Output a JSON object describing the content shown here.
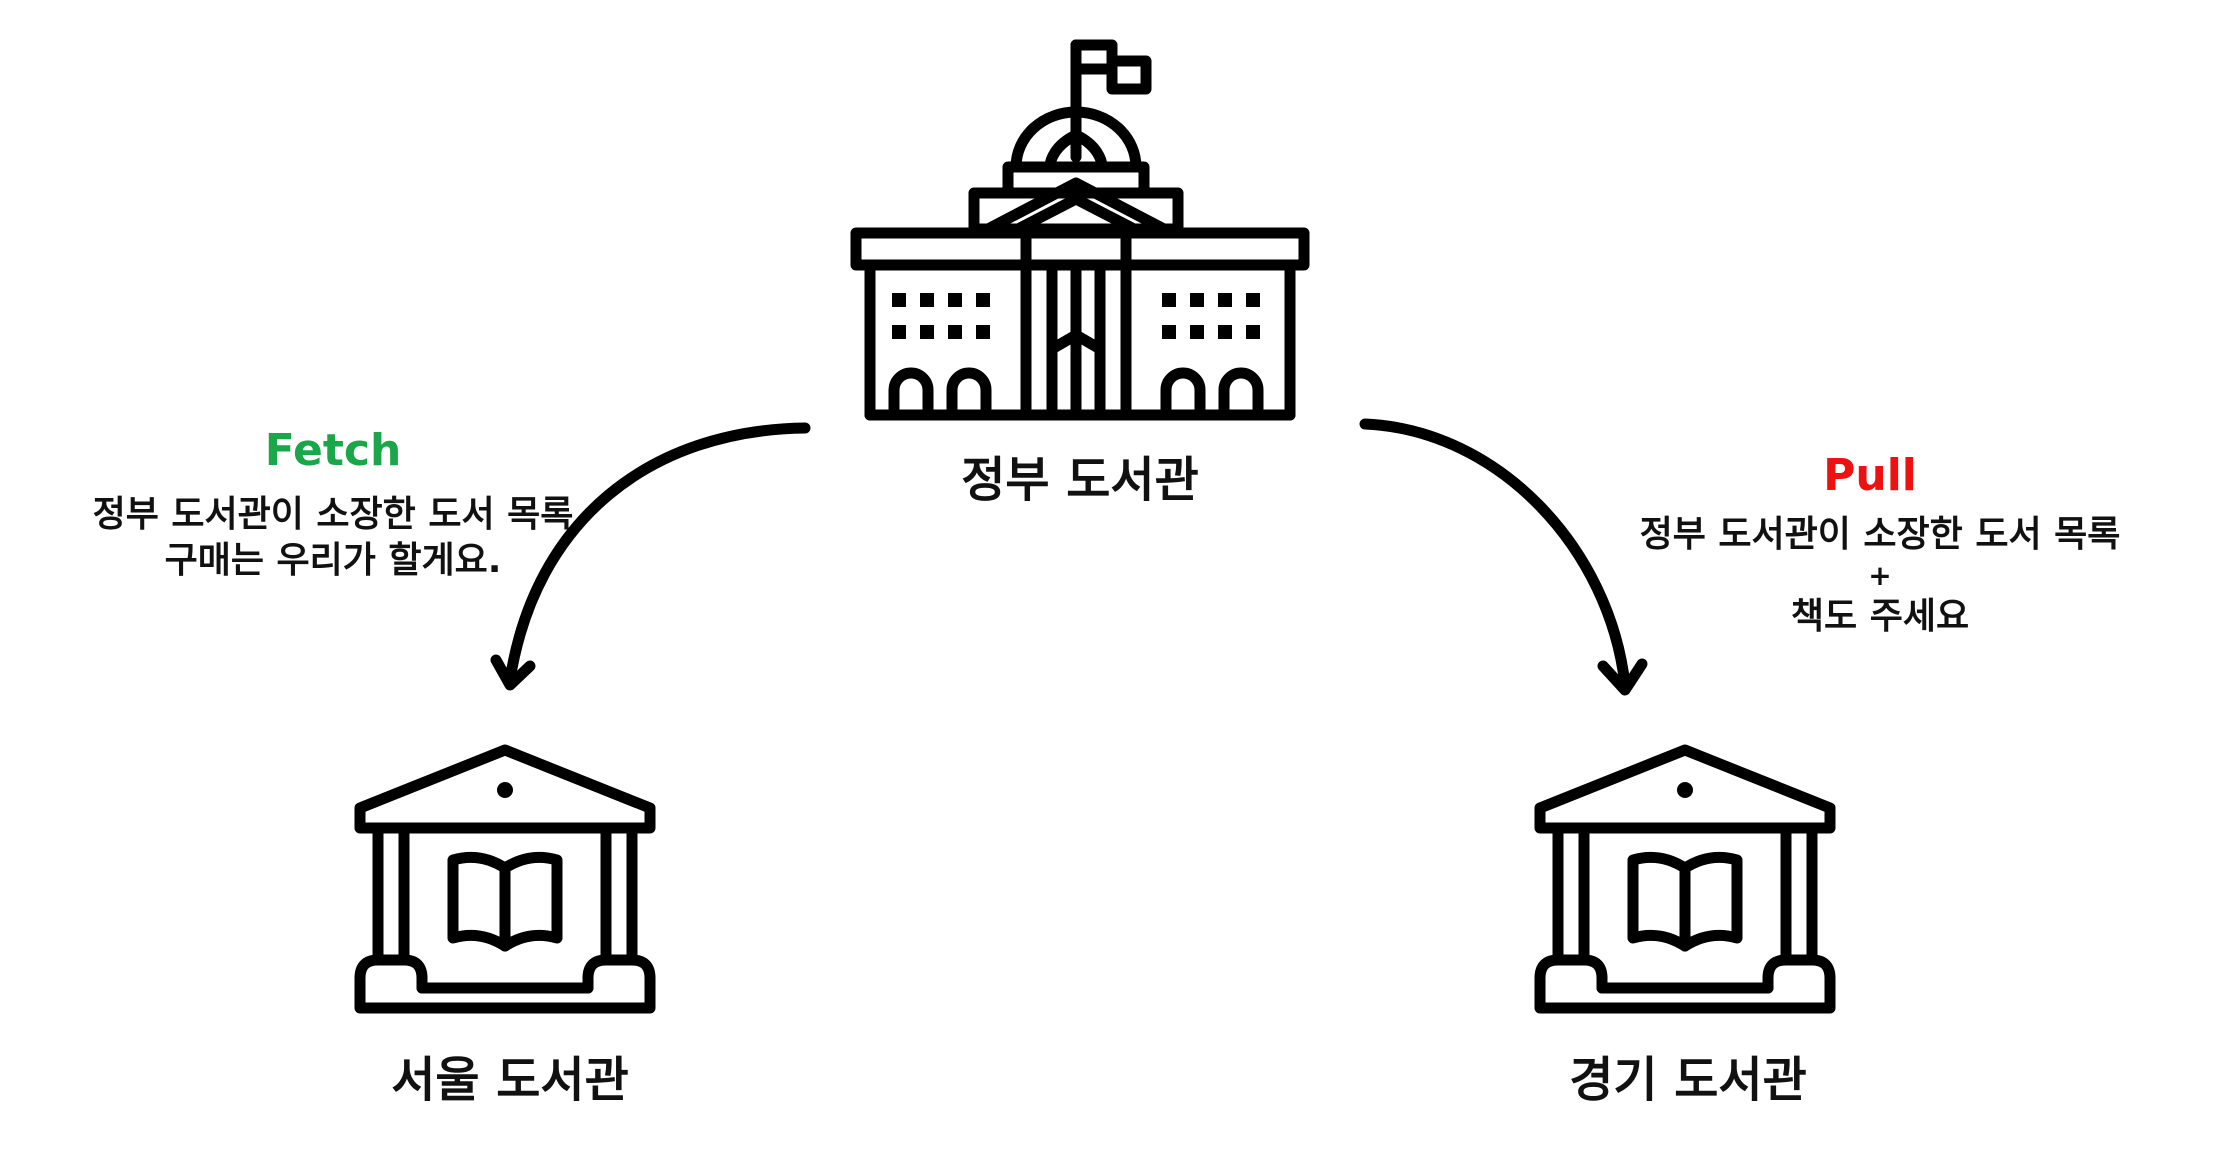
{
  "nodes": {
    "government": {
      "label": "정부 도서관"
    },
    "seoul": {
      "label": "서울 도서관"
    },
    "gyeonggi": {
      "label": "경기 도서관"
    }
  },
  "edges": {
    "fetch": {
      "title": "Fetch",
      "title_color": "#1aa74a",
      "lines": [
        "정부 도서관이 소장한 도서 목록",
        "구매는 우리가 할게요."
      ]
    },
    "pull": {
      "title": "Pull",
      "title_color": "#ee1111",
      "lines": [
        "정부 도서관이 소장한 도서 목록",
        "+",
        "책도 주세요"
      ]
    }
  },
  "icons": {
    "government": "government-building-icon",
    "seoul": "library-book-icon",
    "gyeonggi": "library-book-icon",
    "arrow": "curved-arrow-icon"
  },
  "colors": {
    "stroke": "#000000",
    "background": "#ffffff"
  }
}
